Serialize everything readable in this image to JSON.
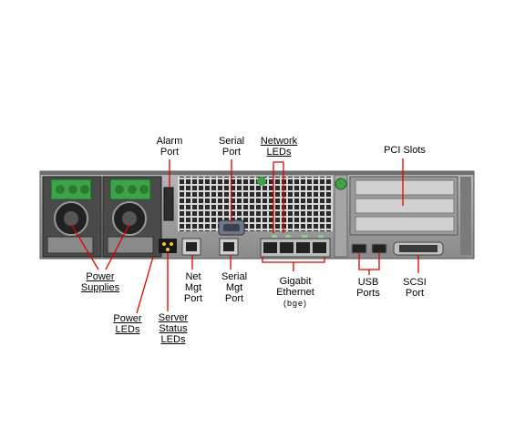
{
  "labels": {
    "alarm_port": [
      "Alarm",
      "Port"
    ],
    "serial_port": [
      "Serial",
      "Port"
    ],
    "network_leds": [
      "Network",
      "LEDs"
    ],
    "pci_slots": "PCI Slots",
    "power_supplies": [
      "Power",
      "Supplies"
    ],
    "net_mgt_port": [
      "Net",
      "Mgt",
      "Port"
    ],
    "serial_mgt_port": [
      "Serial",
      "Mgt",
      "Port"
    ],
    "gigabit_ethernet": [
      "Gigabit",
      "Ethernet"
    ],
    "gigabit_ethernet_sub": "(bge)",
    "usb_ports": [
      "USB",
      "Ports"
    ],
    "scsi_port": [
      "SCSI",
      "Port"
    ],
    "power_leds": [
      "Power",
      "LEDs"
    ],
    "server_status_leds": [
      "Server",
      "Status",
      "LEDs"
    ]
  },
  "colors": {
    "chassis": "#8e8e8e",
    "chassis_dark": "#5a5a5a",
    "connector_green": "#3fa24a",
    "callout_red": "#e00000",
    "background": "#ffffff"
  }
}
